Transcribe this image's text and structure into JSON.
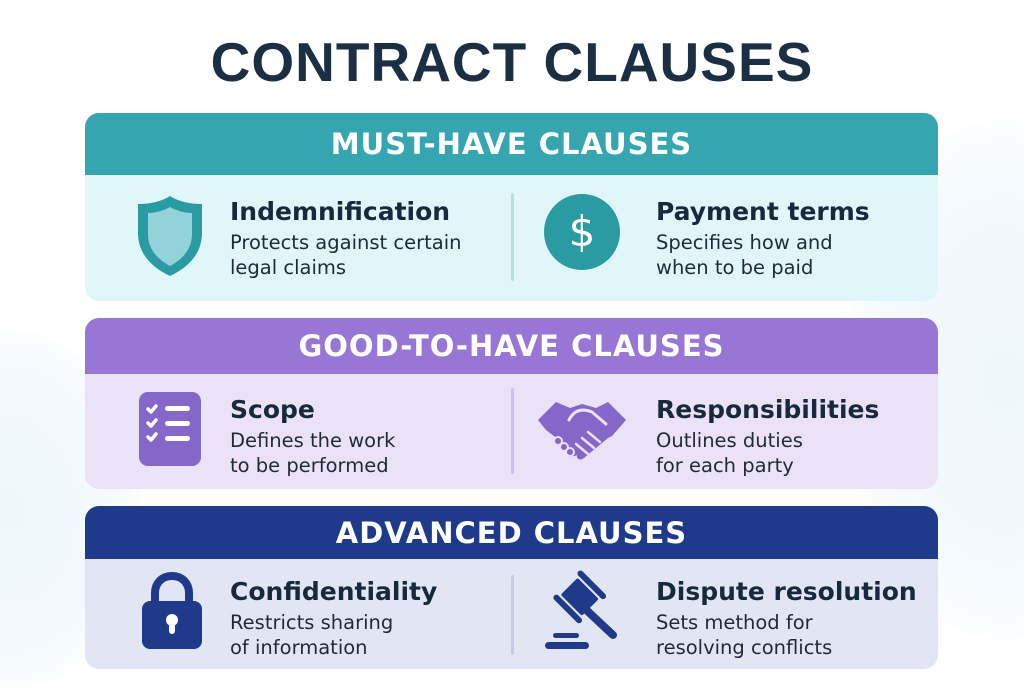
{
  "title": "CONTRACT CLAUSES",
  "colors": {
    "title": "#1a2e44",
    "must_have_header": "#35a5b0",
    "must_have_body": "#e0f6f9",
    "good_to_have_header": "#9776d6",
    "good_to_have_body": "#ebe2f8",
    "advanced_header": "#1f3a8a",
    "advanced_body": "#e2e6f4"
  },
  "sections": [
    {
      "header": "MUST-HAVE CLAUSES",
      "items": [
        {
          "icon": "shield-icon",
          "title": "Indemnification",
          "desc_line1": "Protects against certain",
          "desc_line2": "legal claims"
        },
        {
          "icon": "dollar-icon",
          "title": "Payment terms",
          "desc_line1": "Specifies how and",
          "desc_line2": "when to be paid"
        }
      ]
    },
    {
      "header": "GOOD-TO-HAVE CLAUSES",
      "items": [
        {
          "icon": "checklist-icon",
          "title": "Scope",
          "desc_line1": "Defines the work",
          "desc_line2": "to be performed"
        },
        {
          "icon": "handshake-icon",
          "title": "Responsibilities",
          "desc_line1": "Outlines duties",
          "desc_line2": "for each party"
        }
      ]
    },
    {
      "header": "ADVANCED CLAUSES",
      "items": [
        {
          "icon": "lock-icon",
          "title": "Confidentiality",
          "desc_line1": "Restricts sharing",
          "desc_line2": "of information"
        },
        {
          "icon": "gavel-icon",
          "title": "Dispute resolution",
          "desc_line1": "Sets method for",
          "desc_line2": "resolving conflicts"
        }
      ]
    }
  ]
}
